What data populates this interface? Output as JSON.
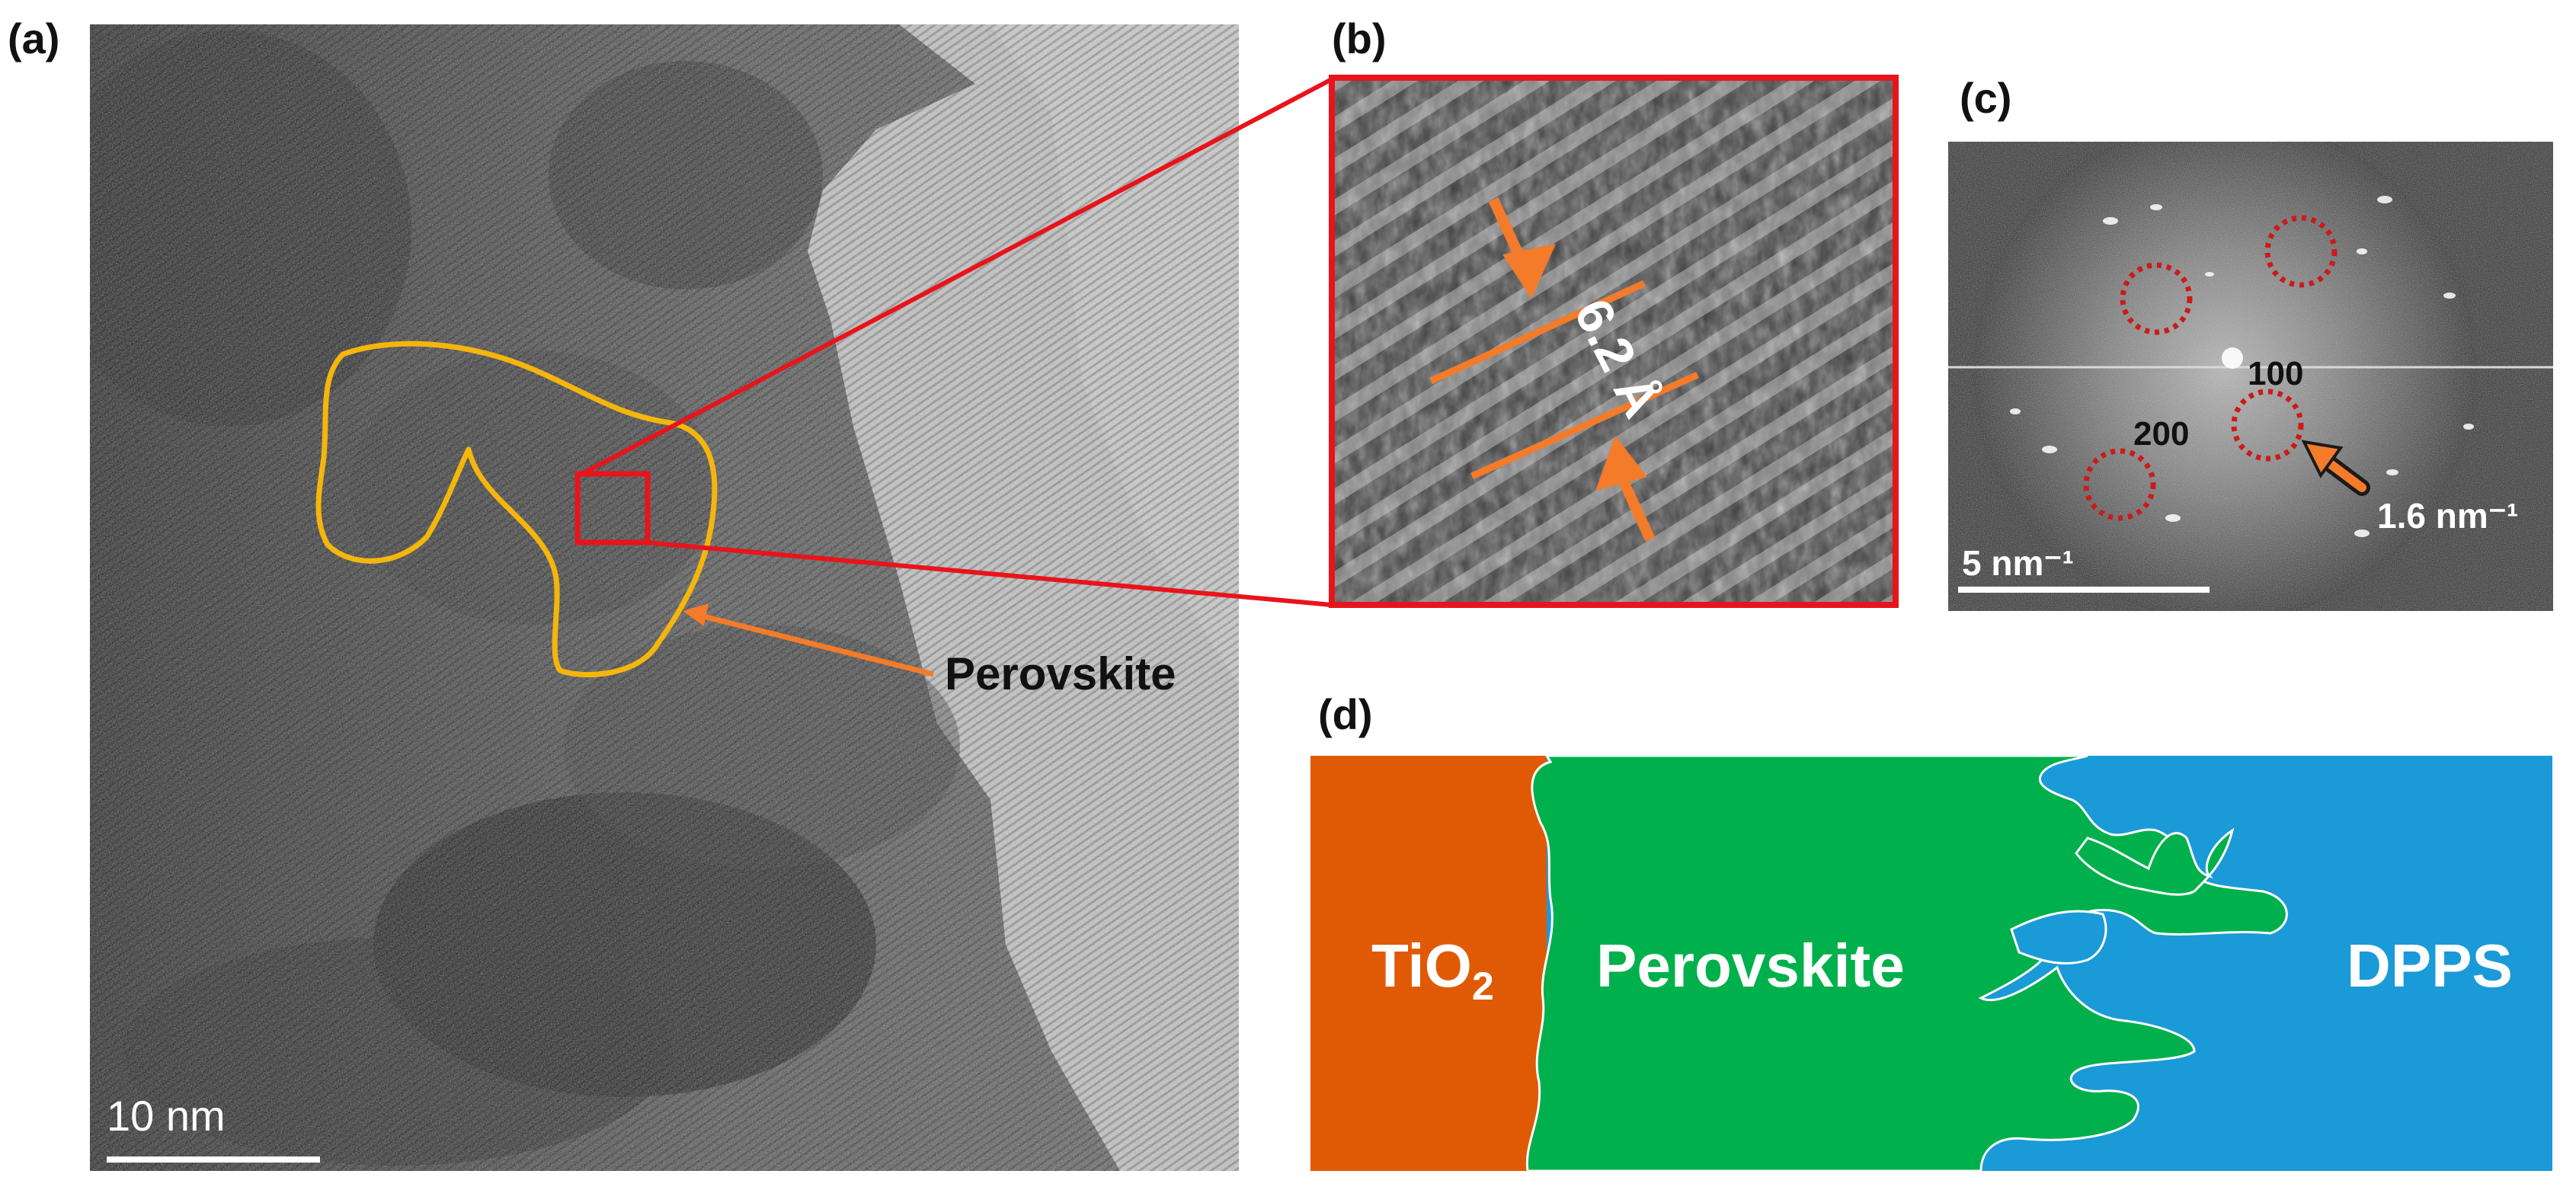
{
  "panels": {
    "a": {
      "label": "(a)",
      "scale_bar": "10 nm",
      "annotation": "Perovskite"
    },
    "b": {
      "label": "(b)",
      "spacing": "6.2 Å"
    },
    "c": {
      "label": "(c)",
      "spot_100": "100",
      "spot_200": "200",
      "reciprocal_distance": "1.6 nm⁻¹",
      "scale_bar": "5 nm⁻¹"
    },
    "d": {
      "label": "(d)",
      "layers": {
        "tio2": "TiO",
        "tio2_sub": "2",
        "perovskite": "Perovskite",
        "dpps": "DPPS"
      }
    }
  },
  "colors": {
    "highlight_outline": "#f5b60c",
    "zoom_box": "#e8141b",
    "arrow": "#f37b2a",
    "diffraction_ring": "#cc1a1a",
    "tio2": "#e05a06",
    "perovskite": "#00b04c",
    "dpps": "#1b9ad8"
  }
}
